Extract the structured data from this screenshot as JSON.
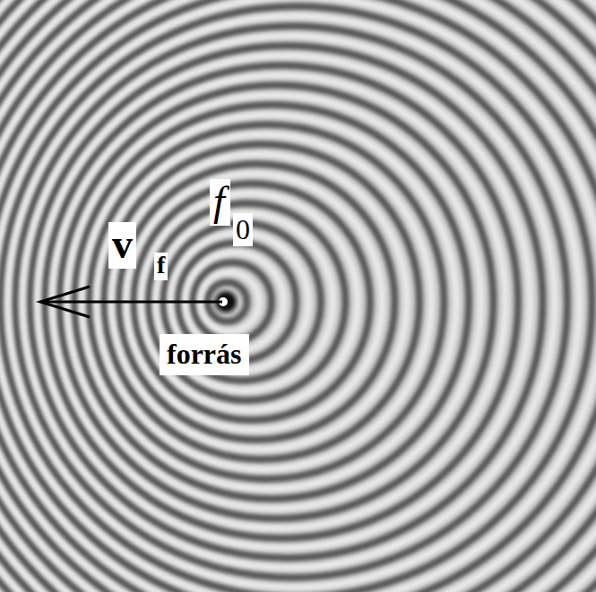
{
  "diagram": {
    "labels": [
      "v",
      "f",
      "f",
      "0",
      "forrás"
    ]
  }
}
